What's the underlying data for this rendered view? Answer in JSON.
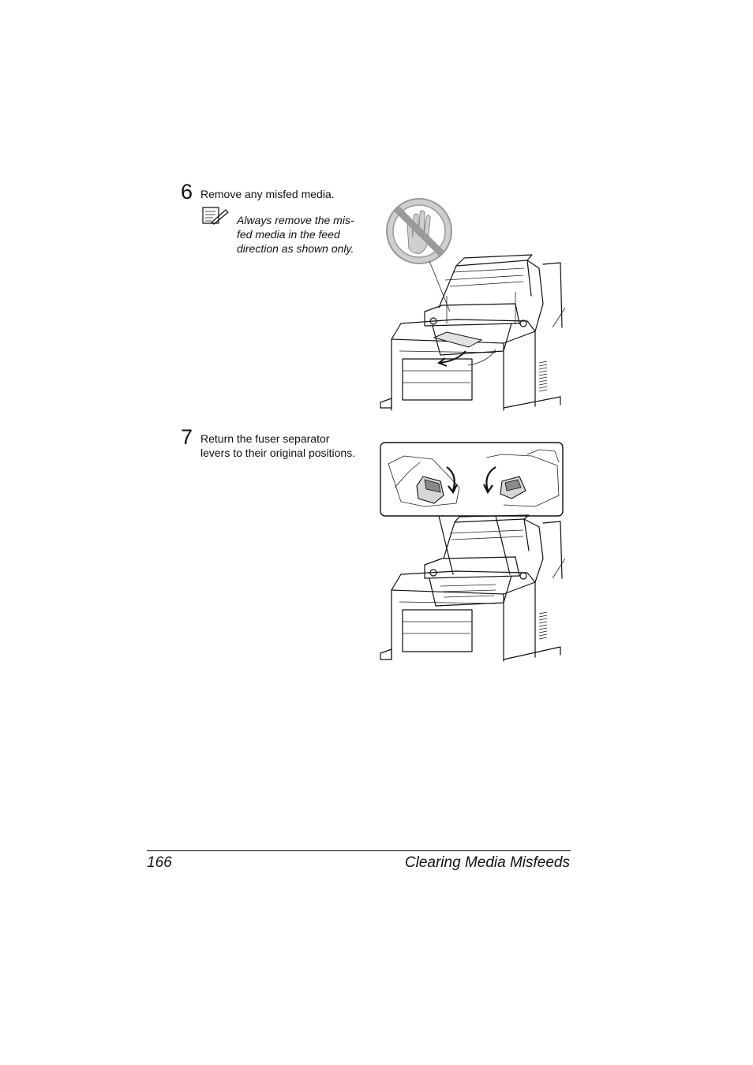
{
  "steps": [
    {
      "number": "6",
      "text": "Remove any misfed media."
    },
    {
      "number": "7",
      "text_line1": "Return the fuser separator",
      "text_line2": "levers to their original positions."
    }
  ],
  "note": {
    "icon": "note-pencil-icon",
    "line1": "Always remove the mis-",
    "line2": "fed media in the feed",
    "line3": "direction as shown only."
  },
  "figures": {
    "fig1": {
      "icon": "prohibited-hand-icon"
    }
  },
  "footer": {
    "page_number": "166",
    "section_title": "Clearing Media Misfeeds"
  }
}
